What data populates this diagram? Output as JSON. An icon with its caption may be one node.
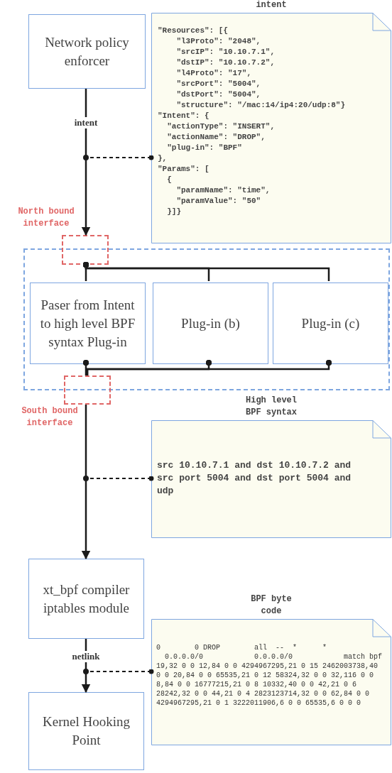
{
  "diagram": {
    "nodes": [
      {
        "text": [
          "Network policy enforcer"
        ]
      },
      {
        "text": [
          "intent",
          "\"Resources\": [{",
          "    \"l3Proto\": \"2048\",",
          "    \"srcIP\": \"10.10.7.1\",",
          "    \"dstIP\": \"10.10.7.2\",",
          "    \"l4Proto\": \"17\",",
          "    \"srcPort\": \"5004\",",
          "    \"dstPort\": \"5004\",",
          "    \"structure\": \"/mac:14/ip4:20/udp:8\"}",
          "\"Intent\": {",
          "  \"actionType\": \"INSERT\",",
          "  \"actionName\": \"DROP\",",
          "  \"plug-in\": \"BPF\"",
          "},",
          "\"Params\": [",
          "  {",
          "    \"paramName\": \"time\",",
          "    \"paramValue\": \"50\"",
          "  }]}"
        ]
      },
      {
        "text": [],
        "shape": "box"
      },
      {
        "text": [],
        "shape": "box",
        "beside": [
          "North bound interface"
        ]
      },
      {
        "text": [
          "Paser from Intent to high level BPF syntax Plug-in"
        ],
        "in": 2
      },
      {
        "text": [
          "Plug-in (b)"
        ],
        "in": 2
      },
      {
        "text": [
          "Plug-in (c)"
        ],
        "in": 2
      },
      {
        "text": [],
        "shape": "box",
        "beside": [
          "South bound interface"
        ]
      },
      {
        "text": [
          "High level BPF syntax",
          "src 10.10.7.1 and dst 10.10.7.2 and src port 5004 and dst port 5004 and udp"
        ]
      },
      {
        "text": [
          "xt_bpf compiler iptables module"
        ]
      },
      {
        "text": [
          "BPF byte code",
          "0        0 DROP        all  --  *      *",
          "  0.0.0.0/0            0.0.0.0/0            match bpf",
          "19,32 0 0 12,84 0 0 4294967295,21 0 15 2462003738,40",
          "0 0 20,84 0 0 65535,21 0 12 58324,32 0 0 32,116 0 0",
          "8,84 0 0 16777215,21 0 8 10332,40 0 0 42,21 0 6",
          "28242,32 0 0 44,21 0 4 2823123714,32 0 0 62,84 0 0",
          "4294967295,21 0 1 3222011906,6 0 0 65535,6 0 0 0"
        ]
      },
      {
        "text": [
          "Kernel Hooking Point"
        ]
      }
    ],
    "edges": [
      {
        "from": 0,
        "to": 3,
        "arrow": "to",
        "label": "intent"
      },
      {
        "from": 1,
        "to": null,
        "arrow": "other",
        "style": "dashed"
      },
      {
        "from": 3,
        "to": 4,
        "arrow": "other"
      },
      {
        "from": 3,
        "to": 5,
        "arrow": "other"
      },
      {
        "from": 3,
        "to": 6,
        "arrow": "other"
      },
      {
        "from": 4,
        "to": 7,
        "arrow": "other"
      },
      {
        "from": 5,
        "to": 7,
        "arrow": "other"
      },
      {
        "from": 6,
        "to": 7,
        "arrow": "other"
      },
      {
        "from": 7,
        "to": 9,
        "arrow": "to"
      },
      {
        "from": 8,
        "to": null,
        "arrow": "other",
        "style": "dashed"
      },
      {
        "from": 9,
        "to": 11,
        "arrow": "to",
        "label": "netlink"
      },
      {
        "from": 10,
        "to": null,
        "arrow": "other",
        "style": "dashed"
      }
    ]
  }
}
